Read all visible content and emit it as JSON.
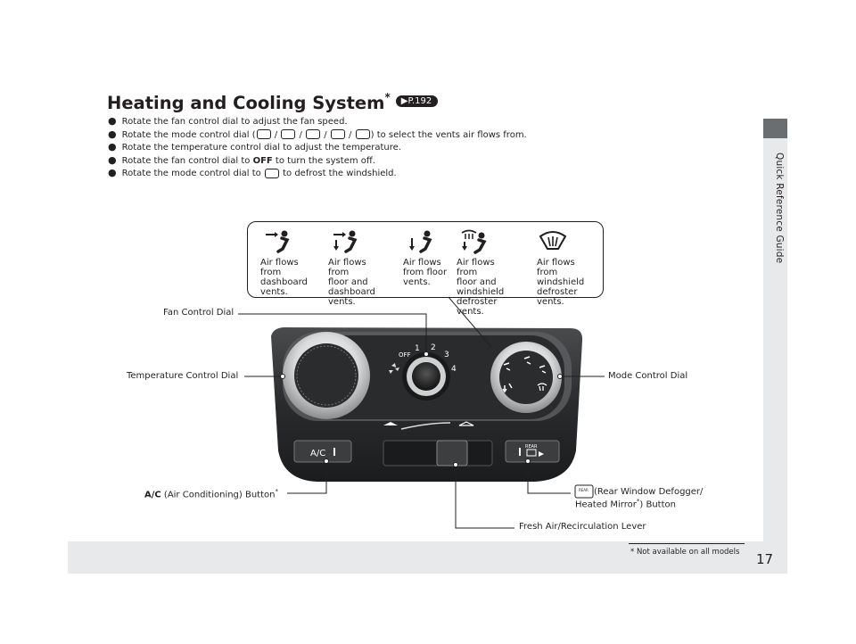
{
  "title": "Heating and Cooling System",
  "title_marker": "*",
  "title_ref": "P.192",
  "bullets": {
    "b1": "Rotate the fan control dial to adjust the fan speed.",
    "b2_pre": "Rotate the mode control dial (",
    "b2_sep": "/",
    "b2_post": ") to select the vents air flows from.",
    "b3": "Rotate the temperature control dial to adjust the temperature.",
    "b4_pre": "Rotate the fan control dial to ",
    "b4_bold": "OFF",
    "b4_post": " to turn the system off.",
    "b5_pre": "Rotate the mode control dial to ",
    "b5_post": " to defrost the windshield."
  },
  "modes": [
    {
      "icon": "dashboard-vent-icon",
      "text": "Air flows\nfrom\ndashboard\nvents."
    },
    {
      "icon": "floor-dashboard-vent-icon",
      "text": "Air flows from\nfloor and\ndashboard\nvents."
    },
    {
      "icon": "floor-vent-icon",
      "text": "Air flows\nfrom floor\nvents."
    },
    {
      "icon": "floor-defroster-vent-icon",
      "text": "Air flows from\nfloor and\nwindshield\ndefroster vents."
    },
    {
      "icon": "windshield-defroster-icon",
      "text": "Air flows from\nwindshield\ndefroster\nvents."
    }
  ],
  "callouts": {
    "fan": "Fan Control Dial",
    "temp": "Temperature Control Dial",
    "mode": "Mode Control Dial",
    "ac_bold": "A/C",
    "ac_rest": " (Air Conditioning) Button",
    "ac_marker": "*",
    "rear_l1": " (Rear Window Defogger/",
    "rear_l2_pre": "Heated Mirror",
    "rear_l2_marker": "*",
    "rear_l2_post": ") Button",
    "lever": "Fresh Air/Recirculation Lever"
  },
  "panel": {
    "ac_label": "A/C",
    "rear_label": "REAR",
    "fan_off": "OFF",
    "fan_speeds": [
      "1",
      "2",
      "3",
      "4"
    ]
  },
  "sidebar_label": "Quick Reference Guide",
  "page_number": "17",
  "footnote_marker": "*",
  "footnote": " Not available on all models"
}
